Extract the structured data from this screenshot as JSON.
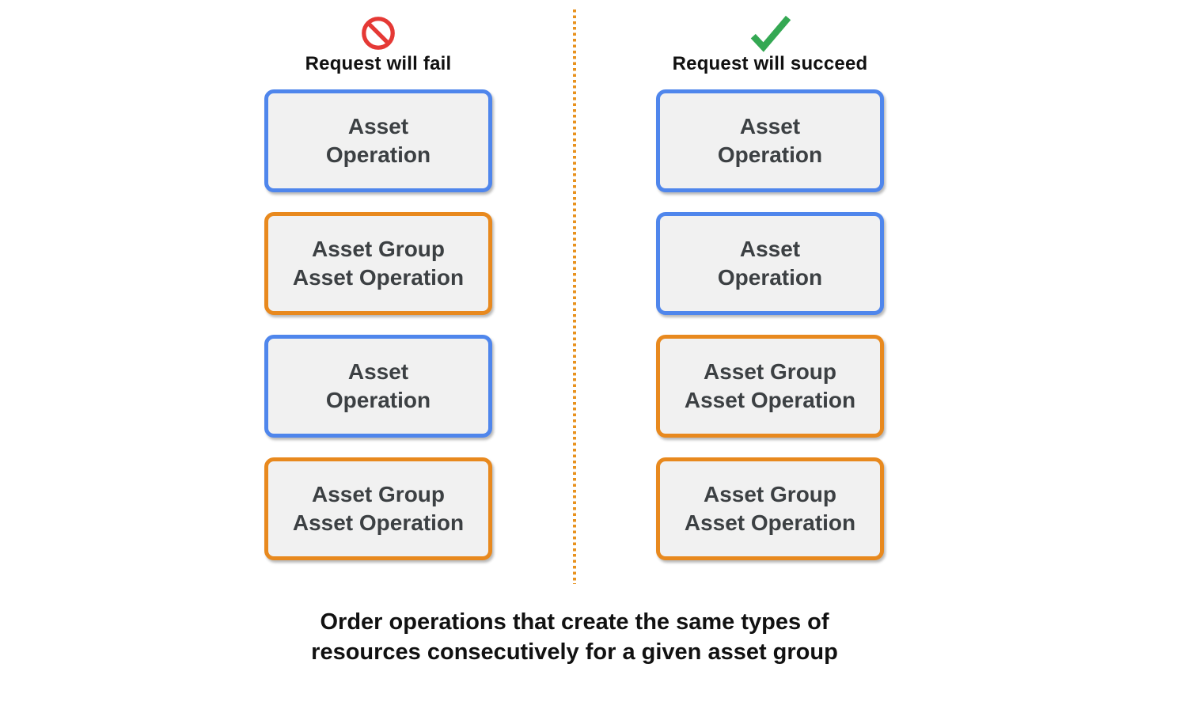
{
  "columns": {
    "fail": {
      "icon": "prohibition-icon",
      "title": "Request will fail",
      "boxes": [
        {
          "type": "asset-operation",
          "line1": "Asset",
          "line2": "Operation"
        },
        {
          "type": "asset-group-asset-operation",
          "line1": "Asset Group",
          "line2": "Asset Operation"
        },
        {
          "type": "asset-operation",
          "line1": "Asset",
          "line2": "Operation"
        },
        {
          "type": "asset-group-asset-operation",
          "line1": "Asset Group",
          "line2": "Asset Operation"
        }
      ]
    },
    "succeed": {
      "icon": "check-icon",
      "title": "Request will succeed",
      "boxes": [
        {
          "type": "asset-operation",
          "line1": "Asset",
          "line2": "Operation"
        },
        {
          "type": "asset-operation",
          "line1": "Asset",
          "line2": "Operation"
        },
        {
          "type": "asset-group-asset-operation",
          "line1": "Asset Group",
          "line2": "Asset Operation"
        },
        {
          "type": "asset-group-asset-operation",
          "line1": "Asset Group",
          "line2": "Asset Operation"
        }
      ]
    }
  },
  "caption": {
    "line1": "Order operations that create the same types of",
    "line2": "resources consecutively for a given asset group"
  },
  "colors": {
    "asset_operation_border_blue": "#4f86ec",
    "asset_group_border_orange": "#e8891e",
    "box_fill_gray": "#f1f1f1",
    "box_text_gray": "#3c4043",
    "fail_icon_red": "#e53935",
    "succeed_icon_green": "#34a853",
    "divider_dotted_orange": "#e8921e"
  }
}
